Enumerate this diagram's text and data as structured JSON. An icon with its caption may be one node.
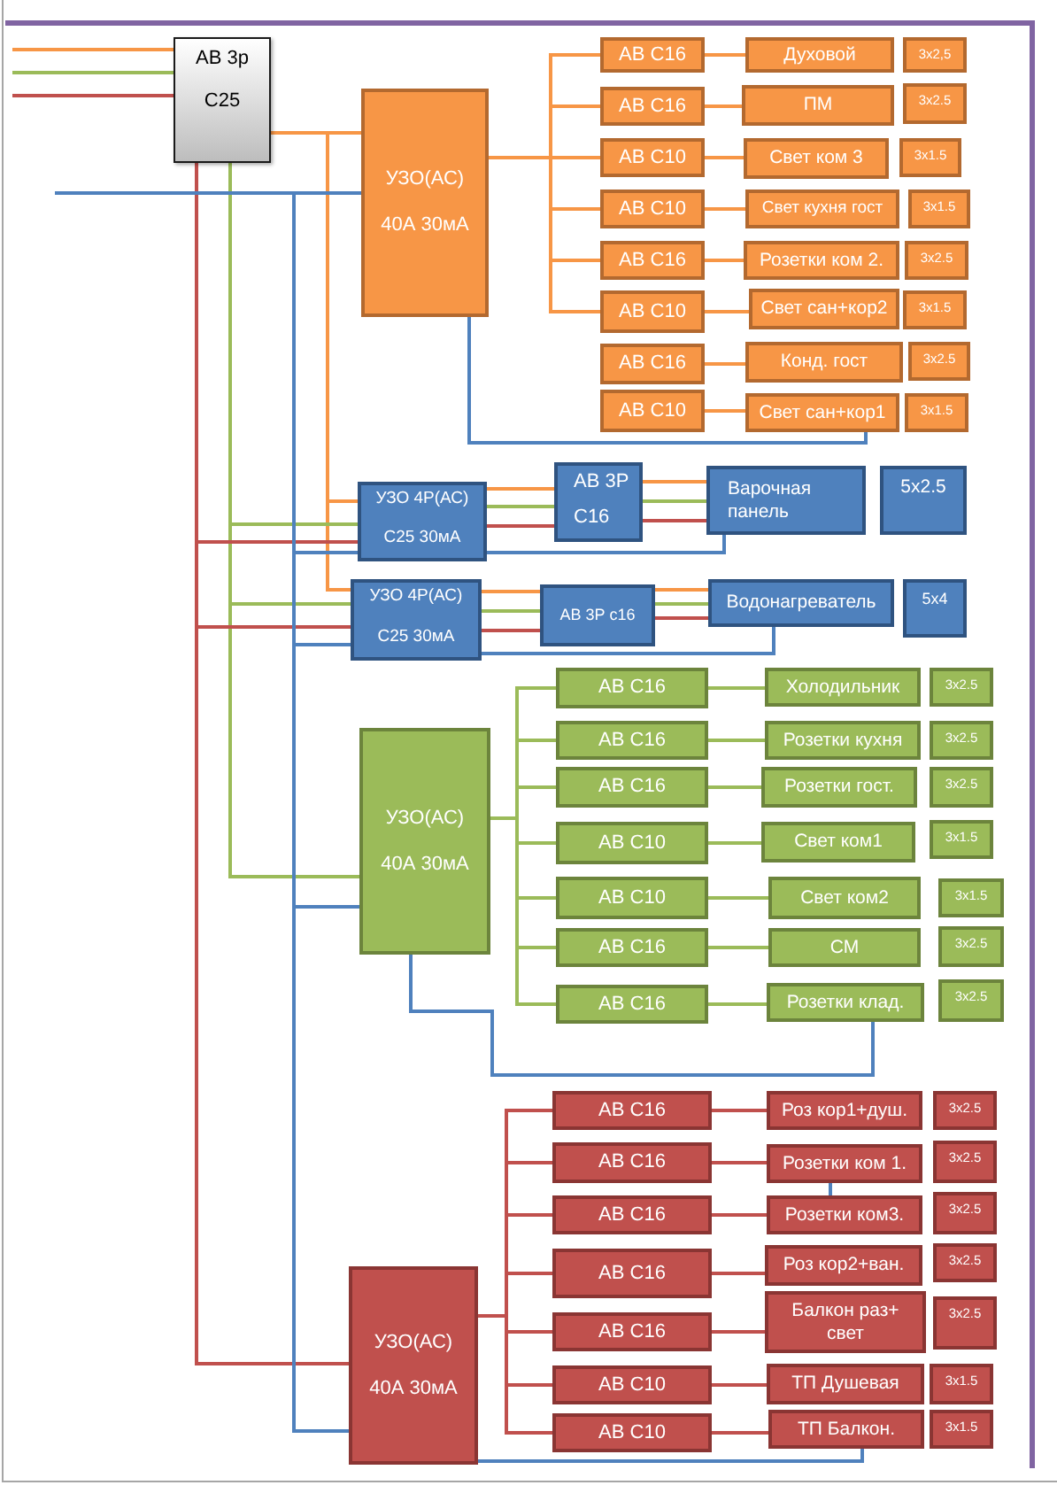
{
  "diagram": {
    "nodes": [
      {
        "text": [
          "АВ 3р",
          "С25"
        ]
      },
      {
        "text": [
          "УЗО(АС)",
          "40А 30мА"
        ]
      },
      {
        "text": [
          "АВ С16"
        ]
      },
      {
        "text": [
          "Духовой"
        ]
      },
      {
        "text": [
          "3x2,5"
        ]
      },
      {
        "text": [
          "АВ С16"
        ]
      },
      {
        "text": [
          "ПМ"
        ]
      },
      {
        "text": [
          "3x2.5"
        ]
      },
      {
        "text": [
          "АВ С10"
        ]
      },
      {
        "text": [
          "Свет ком 3"
        ]
      },
      {
        "text": [
          "3x1.5"
        ]
      },
      {
        "text": [
          "АВ С10"
        ]
      },
      {
        "text": [
          "Свет кухня гост"
        ]
      },
      {
        "text": [
          "3x1.5"
        ]
      },
      {
        "text": [
          "АВ С16"
        ]
      },
      {
        "text": [
          "Розетки ком 2."
        ]
      },
      {
        "text": [
          "3x2.5"
        ]
      },
      {
        "text": [
          "АВ С10"
        ]
      },
      {
        "text": [
          "Свет сан+кор2"
        ]
      },
      {
        "text": [
          "3x1.5"
        ]
      },
      {
        "text": [
          "АВ С16"
        ]
      },
      {
        "text": [
          "Конд. гост"
        ]
      },
      {
        "text": [
          "3x2.5"
        ]
      },
      {
        "text": [
          "АВ С10"
        ]
      },
      {
        "text": [
          "Свет сан+кор1"
        ]
      },
      {
        "text": [
          "3x1.5"
        ]
      },
      {
        "text": [
          "УЗО 4Р(АС)",
          "С25 30мА"
        ]
      },
      {
        "text": [
          "АВ 3Р",
          "С16"
        ]
      },
      {
        "text": [
          "Варочная панель"
        ]
      },
      {
        "text": [
          "5x2.5"
        ]
      },
      {
        "text": [
          "УЗО 4Р(АС)",
          "С25 30мА"
        ]
      },
      {
        "text": [
          "АВ 3Р с16"
        ]
      },
      {
        "text": [
          "Водонагреватель"
        ]
      },
      {
        "text": [
          "5x4"
        ]
      },
      {
        "text": [
          "УЗО(АС)",
          "40А 30мА"
        ]
      },
      {
        "text": [
          "АВ С16"
        ]
      },
      {
        "text": [
          "Холодильник"
        ]
      },
      {
        "text": [
          "3x2.5"
        ]
      },
      {
        "text": [
          "АВ С16"
        ]
      },
      {
        "text": [
          "Розетки кухня"
        ]
      },
      {
        "text": [
          "3x2.5"
        ]
      },
      {
        "text": [
          "АВ С16"
        ]
      },
      {
        "text": [
          "Розетки гост."
        ]
      },
      {
        "text": [
          "3x2.5"
        ]
      },
      {
        "text": [
          "АВ С10"
        ]
      },
      {
        "text": [
          "Свет ком1"
        ]
      },
      {
        "text": [
          "3x1.5"
        ]
      },
      {
        "text": [
          "АВ С10"
        ]
      },
      {
        "text": [
          "Свет ком2"
        ]
      },
      {
        "text": [
          "3x1.5"
        ]
      },
      {
        "text": [
          "АВ С16"
        ]
      },
      {
        "text": [
          "СМ"
        ]
      },
      {
        "text": [
          "3x2.5"
        ]
      },
      {
        "text": [
          "АВ С16"
        ]
      },
      {
        "text": [
          "Розетки клад."
        ]
      },
      {
        "text": [
          "3x2.5"
        ]
      },
      {
        "text": [
          "УЗО(АС)",
          "40А 30мА"
        ]
      },
      {
        "text": [
          "АВ С16"
        ]
      },
      {
        "text": [
          "Роз кор1+душ."
        ]
      },
      {
        "text": [
          "3x2.5"
        ]
      },
      {
        "text": [
          "АВ С16"
        ]
      },
      {
        "text": [
          "Розетки ком 1."
        ]
      },
      {
        "text": [
          "3x2.5"
        ]
      },
      {
        "text": [
          "АВ С16"
        ]
      },
      {
        "text": [
          "Розетки ком3."
        ]
      },
      {
        "text": [
          "3x2.5"
        ]
      },
      {
        "text": [
          "АВ С16"
        ]
      },
      {
        "text": [
          "Роз кор2+ван."
        ]
      },
      {
        "text": [
          "3x2.5"
        ]
      },
      {
        "text": [
          "АВ С16"
        ]
      },
      {
        "text": [
          "Балкон раз+ свет"
        ]
      },
      {
        "text": [
          "3x2.5"
        ]
      },
      {
        "text": [
          "АВ С10"
        ]
      },
      {
        "text": [
          "ТП Душевая"
        ]
      },
      {
        "text": [
          "3x1.5"
        ]
      },
      {
        "text": [
          "АВ С10"
        ]
      },
      {
        "text": [
          "ТП Балкон."
        ]
      },
      {
        "text": [
          "3x1.5"
        ]
      }
    ],
    "edges": [
      {
        "from": null,
        "to": 0,
        "arrow": "none",
        "color": "#f79646"
      },
      {
        "from": null,
        "to": 0,
        "arrow": "none",
        "color": "#9bbb59"
      },
      {
        "from": null,
        "to": 0,
        "arrow": "none",
        "color": "#c0504d"
      },
      {
        "from": 0,
        "to": 1,
        "arrow": "none",
        "color": "#f79646"
      },
      {
        "from": 0,
        "to": 26,
        "arrow": "none",
        "color": "#f79646"
      },
      {
        "from": 0,
        "to": 30,
        "arrow": "none",
        "color": "#f79646"
      },
      {
        "from": 0,
        "to": 26,
        "arrow": "none",
        "color": "#9bbb59"
      },
      {
        "from": 0,
        "to": 30,
        "arrow": "none",
        "color": "#9bbb59"
      },
      {
        "from": 0,
        "to": 34,
        "arrow": "none",
        "color": "#9bbb59"
      },
      {
        "from": 0,
        "to": 26,
        "arrow": "none",
        "color": "#c0504d"
      },
      {
        "from": 0,
        "to": 30,
        "arrow": "none",
        "color": "#c0504d"
      },
      {
        "from": 0,
        "to": 56,
        "arrow": "none",
        "color": "#c0504d"
      },
      {
        "from": null,
        "to": 1,
        "arrow": "none",
        "color": "#4f81bd"
      },
      {
        "from": null,
        "to": 26,
        "arrow": "none",
        "color": "#4f81bd"
      },
      {
        "from": null,
        "to": 30,
        "arrow": "none",
        "color": "#4f81bd"
      },
      {
        "from": null,
        "to": 34,
        "arrow": "none",
        "color": "#4f81bd"
      },
      {
        "from": null,
        "to": 56,
        "arrow": "none",
        "color": "#4f81bd"
      },
      {
        "from": 1,
        "to": 2,
        "arrow": "none",
        "color": "#f79646"
      },
      {
        "from": 1,
        "to": 5,
        "arrow": "none",
        "color": "#f79646"
      },
      {
        "from": 1,
        "to": 8,
        "arrow": "none",
        "color": "#f79646"
      },
      {
        "from": 1,
        "to": 11,
        "arrow": "none",
        "color": "#f79646"
      },
      {
        "from": 1,
        "to": 14,
        "arrow": "none",
        "color": "#f79646"
      },
      {
        "from": 1,
        "to": 17,
        "arrow": "none",
        "color": "#f79646"
      },
      {
        "from": 2,
        "to": 3,
        "arrow": "none",
        "color": "#f79646"
      },
      {
        "from": 5,
        "to": 6,
        "arrow": "none",
        "color": "#f79646"
      },
      {
        "from": 8,
        "to": 9,
        "arrow": "none",
        "color": "#f79646"
      },
      {
        "from": 11,
        "to": 12,
        "arrow": "none",
        "color": "#f79646"
      },
      {
        "from": 14,
        "to": 15,
        "arrow": "none",
        "color": "#f79646"
      },
      {
        "from": 17,
        "to": 18,
        "arrow": "none",
        "color": "#f79646"
      },
      {
        "from": 20,
        "to": 21,
        "arrow": "none",
        "color": "#f79646"
      },
      {
        "from": 23,
        "to": 24,
        "arrow": "none",
        "color": "#f79646"
      },
      {
        "from": 1,
        "to": 24,
        "arrow": "none",
        "color": "#4f81bd"
      },
      {
        "from": 26,
        "to": 27,
        "arrow": "none",
        "color": "#f79646"
      },
      {
        "from": 26,
        "to": 27,
        "arrow": "none",
        "color": "#9bbb59"
      },
      {
        "from": 26,
        "to": 27,
        "arrow": "none",
        "color": "#c0504d"
      },
      {
        "from": 27,
        "to": 28,
        "arrow": "none",
        "color": "#f79646"
      },
      {
        "from": 27,
        "to": 28,
        "arrow": "none",
        "color": "#9bbb59"
      },
      {
        "from": 27,
        "to": 28,
        "arrow": "none",
        "color": "#c0504d"
      },
      {
        "from": 26,
        "to": 28,
        "arrow": "none",
        "color": "#4f81bd"
      },
      {
        "from": 30,
        "to": 31,
        "arrow": "none",
        "color": "#f79646"
      },
      {
        "from": 30,
        "to": 31,
        "arrow": "none",
        "color": "#9bbb59"
      },
      {
        "from": 30,
        "to": 31,
        "arrow": "none",
        "color": "#c0504d"
      },
      {
        "from": 31,
        "to": 32,
        "arrow": "none",
        "color": "#f79646"
      },
      {
        "from": 31,
        "to": 32,
        "arrow": "none",
        "color": "#9bbb59"
      },
      {
        "from": 31,
        "to": 32,
        "arrow": "none",
        "color": "#c0504d"
      },
      {
        "from": 30,
        "to": 32,
        "arrow": "none",
        "color": "#4f81bd"
      },
      {
        "from": 34,
        "to": 35,
        "arrow": "none",
        "color": "#9bbb59"
      },
      {
        "from": 34,
        "to": 38,
        "arrow": "none",
        "color": "#9bbb59"
      },
      {
        "from": 34,
        "to": 41,
        "arrow": "none",
        "color": "#9bbb59"
      },
      {
        "from": 34,
        "to": 44,
        "arrow": "none",
        "color": "#9bbb59"
      },
      {
        "from": 34,
        "to": 47,
        "arrow": "none",
        "color": "#9bbb59"
      },
      {
        "from": 34,
        "to": 50,
        "arrow": "none",
        "color": "#9bbb59"
      },
      {
        "from": 34,
        "to": 53,
        "arrow": "none",
        "color": "#9bbb59"
      },
      {
        "from": 35,
        "to": 36,
        "arrow": "none",
        "color": "#9bbb59"
      },
      {
        "from": 38,
        "to": 39,
        "arrow": "none",
        "color": "#9bbb59"
      },
      {
        "from": 41,
        "to": 42,
        "arrow": "none",
        "color": "#9bbb59"
      },
      {
        "from": 44,
        "to": 45,
        "arrow": "none",
        "color": "#9bbb59"
      },
      {
        "from": 47,
        "to": 48,
        "arrow": "none",
        "color": "#9bbb59"
      },
      {
        "from": 50,
        "to": 51,
        "arrow": "none",
        "color": "#9bbb59"
      },
      {
        "from": 53,
        "to": 54,
        "arrow": "none",
        "color": "#9bbb59"
      },
      {
        "from": 34,
        "to": 54,
        "arrow": "none",
        "color": "#4f81bd"
      },
      {
        "from": 56,
        "to": 57,
        "arrow": "none",
        "color": "#c0504d"
      },
      {
        "from": 56,
        "to": 60,
        "arrow": "none",
        "color": "#c0504d"
      },
      {
        "from": 56,
        "to": 63,
        "arrow": "none",
        "color": "#c0504d"
      },
      {
        "from": 56,
        "to": 66,
        "arrow": "none",
        "color": "#c0504d"
      },
      {
        "from": 56,
        "to": 69,
        "arrow": "none",
        "color": "#c0504d"
      },
      {
        "from": 56,
        "to": 72,
        "arrow": "none",
        "color": "#c0504d"
      },
      {
        "from": 56,
        "to": 75,
        "arrow": "none",
        "color": "#c0504d"
      },
      {
        "from": 57,
        "to": 58,
        "arrow": "none",
        "color": "#c0504d"
      },
      {
        "from": 60,
        "to": 61,
        "arrow": "none",
        "color": "#c0504d"
      },
      {
        "from": 63,
        "to": 64,
        "arrow": "none",
        "color": "#c0504d"
      },
      {
        "from": 66,
        "to": 67,
        "arrow": "none",
        "color": "#c0504d"
      },
      {
        "from": 69,
        "to": 70,
        "arrow": "none",
        "color": "#c0504d"
      },
      {
        "from": 72,
        "to": 73,
        "arrow": "none",
        "color": "#c0504d"
      },
      {
        "from": 75,
        "to": 76,
        "arrow": "none",
        "color": "#c0504d"
      },
      {
        "from": 61,
        "to": 64,
        "arrow": "none",
        "color": "#4f81bd"
      },
      {
        "from": 56,
        "to": 76,
        "arrow": "none",
        "color": "#4f81bd"
      }
    ]
  }
}
